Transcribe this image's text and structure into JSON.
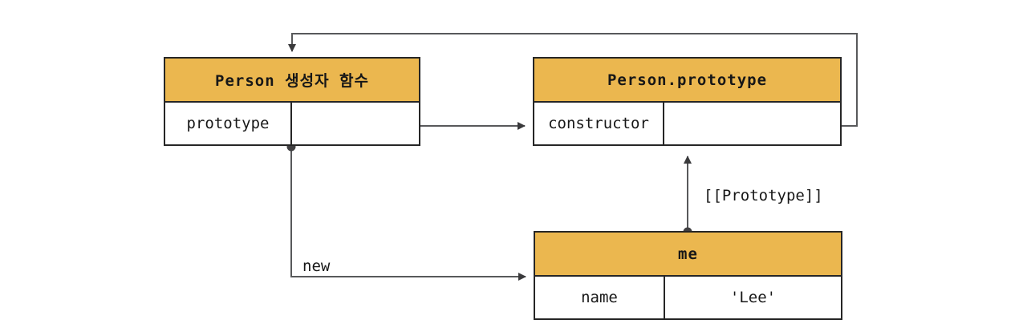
{
  "diagram": {
    "boxes": {
      "person": {
        "title": "Person 생성자 함수",
        "rows": [
          {
            "key": "prototype",
            "value": ""
          }
        ]
      },
      "person_prototype": {
        "title": "Person.prototype",
        "rows": [
          {
            "key": "constructor",
            "value": ""
          }
        ]
      },
      "me": {
        "title": "me",
        "rows": [
          {
            "key": "name",
            "value": "'Lee'"
          }
        ]
      }
    },
    "edge_labels": {
      "new": "new",
      "prototype_link": "[[Prototype]]"
    },
    "colors": {
      "header_fill": "#EBB74F",
      "box_border": "#262626",
      "wire": "#58595B",
      "arrowhead": "#3A3A3C",
      "dot": "#414042",
      "text": "#171717",
      "background": "#FFFFFF"
    }
  }
}
